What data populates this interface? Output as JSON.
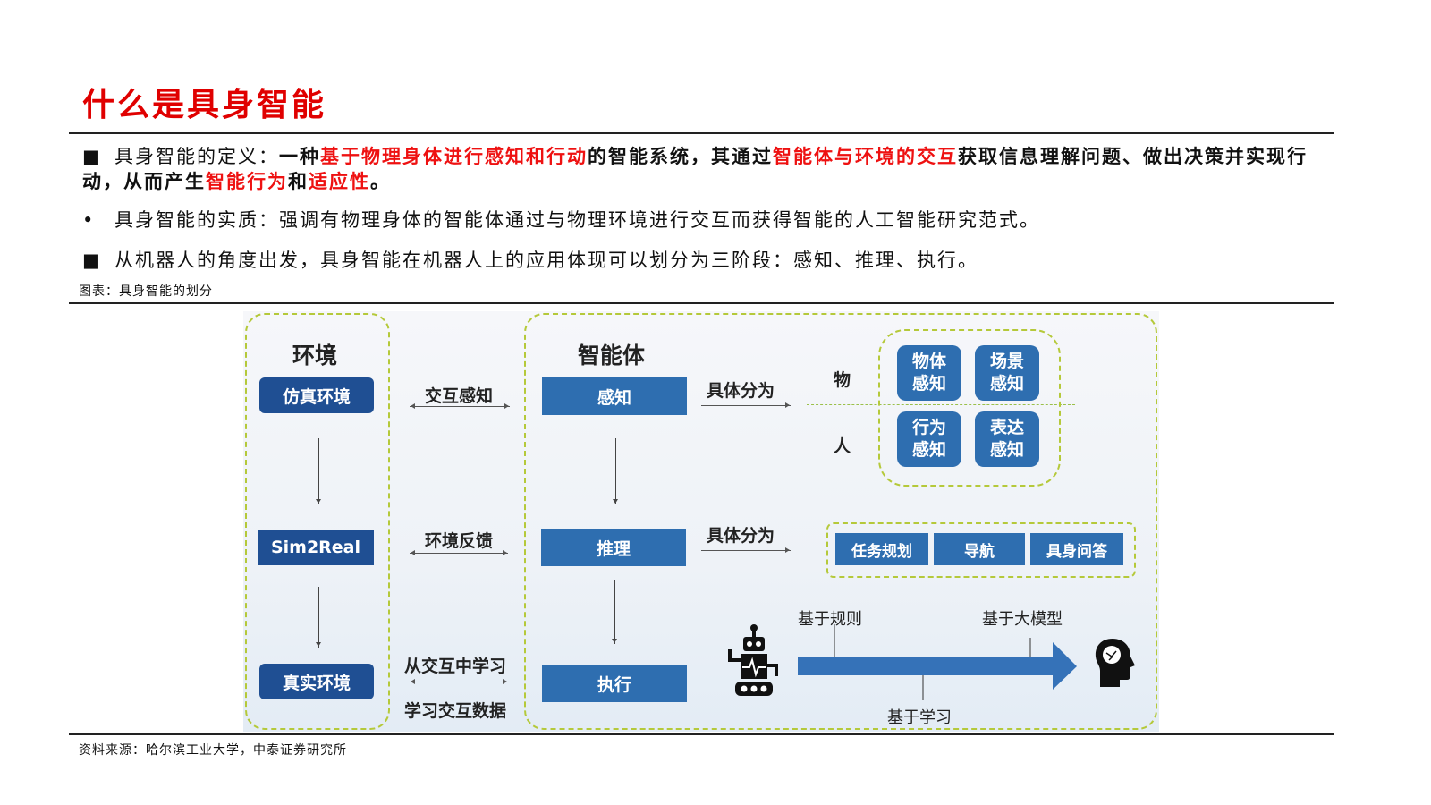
{
  "title": "什么是具身智能",
  "bullets": [
    {
      "marker": "■",
      "label": "具身智能的定义：",
      "p1": "一种",
      "r1": "基于物理身体进行感知和行动",
      "p2": "的智能系统，其通过",
      "r2": "智能体与环境的交互",
      "p3": "获取信息理解问题、做出决策并实现行动，从而产生",
      "r3": "智能行为",
      "p4": "和",
      "r4": "适应性",
      "p5": "。"
    },
    {
      "marker": "•",
      "text": "具身智能的实质：强调有物理身体的智能体通过与物理环境进行交互而获得智能的人工智能研究范式。"
    },
    {
      "marker": "■",
      "text": "从机器人的角度出发，具身智能在机器人上的应用体现可以划分为三阶段：感知、推理、执行。"
    }
  ],
  "figure_caption": "图表：具身智能的划分",
  "source": "资料来源：哈尔滨工业大学，中泰证券研究所",
  "diagram": {
    "env_title": "环境",
    "env_boxes": [
      "仿真环境",
      "Sim2Real",
      "真实环境"
    ],
    "mid_labels": [
      "交互感知",
      "环境反馈",
      "从交互中学习",
      "学习交互数据"
    ],
    "agent_title": "智能体",
    "agent_boxes": [
      "感知",
      "推理",
      "执行"
    ],
    "split_label": "具体分为",
    "thing": "物",
    "person": "人",
    "perception": [
      "物体\n感知",
      "场景\n感知",
      "行为\n感知",
      "表达\n感知"
    ],
    "reasoning": [
      "任务规划",
      "导航",
      "具身问答"
    ],
    "timeline": [
      "基于规则",
      "基于学习",
      "基于大模型"
    ]
  }
}
